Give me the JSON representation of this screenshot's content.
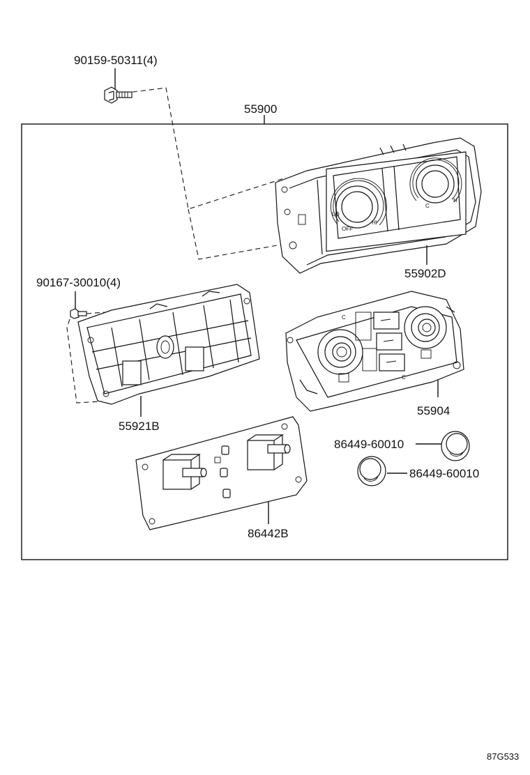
{
  "parts": {
    "assembly": "55900",
    "bolt": "90159-50311(4)",
    "screw": "90167-30010(4)",
    "control_panel": "55902D",
    "bracket": "55921B",
    "control_base": "55904",
    "circuit_board": "86442B",
    "knob_upper": "86449-60010",
    "knob_lower": "86449-60010"
  },
  "dial_marks": {
    "left_lo": "LO",
    "left_hi": "HI",
    "left_off": "OFF",
    "right_cold": "C",
    "right_hot": "H",
    "base_cold_left": "C",
    "base_cold_right": "C"
  },
  "reference_code": "87G533",
  "colors": {
    "line": "#111111",
    "background": "#ffffff"
  }
}
